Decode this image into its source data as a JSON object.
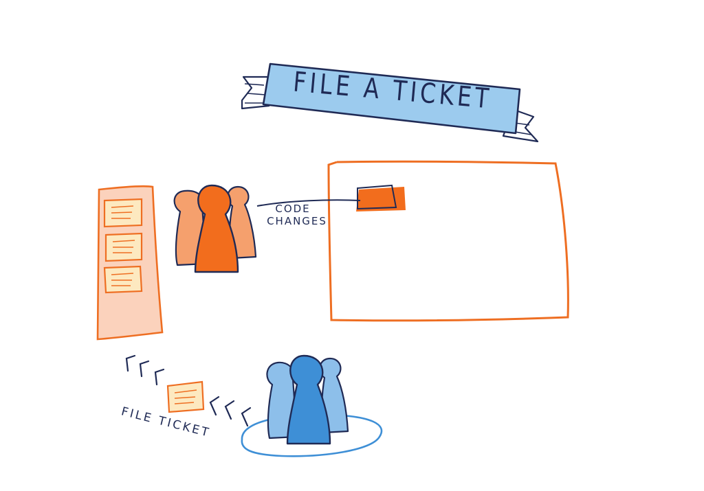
{
  "banner": {
    "title": "FILE A TICKET"
  },
  "labels": {
    "code_changes_line1": "CODE",
    "code_changes_line2": "CHANGES",
    "file_ticket": "FILE TICKET"
  },
  "colors": {
    "ink": "#1f2a55",
    "banner_fill": "#9ccbee",
    "orange_dark": "#f26d1d",
    "orange_light": "#f5a06d",
    "orange_pale": "#fbd2bc",
    "card_fill": "#fde9c0",
    "blue_dark": "#3e8fd6",
    "blue_light": "#8dbfea",
    "box_stroke": "#ee6e22"
  },
  "icons": {
    "developer_group": "people-group-icon",
    "reporter_group": "people-group-icon",
    "ticket": "ticket-card-icon"
  }
}
